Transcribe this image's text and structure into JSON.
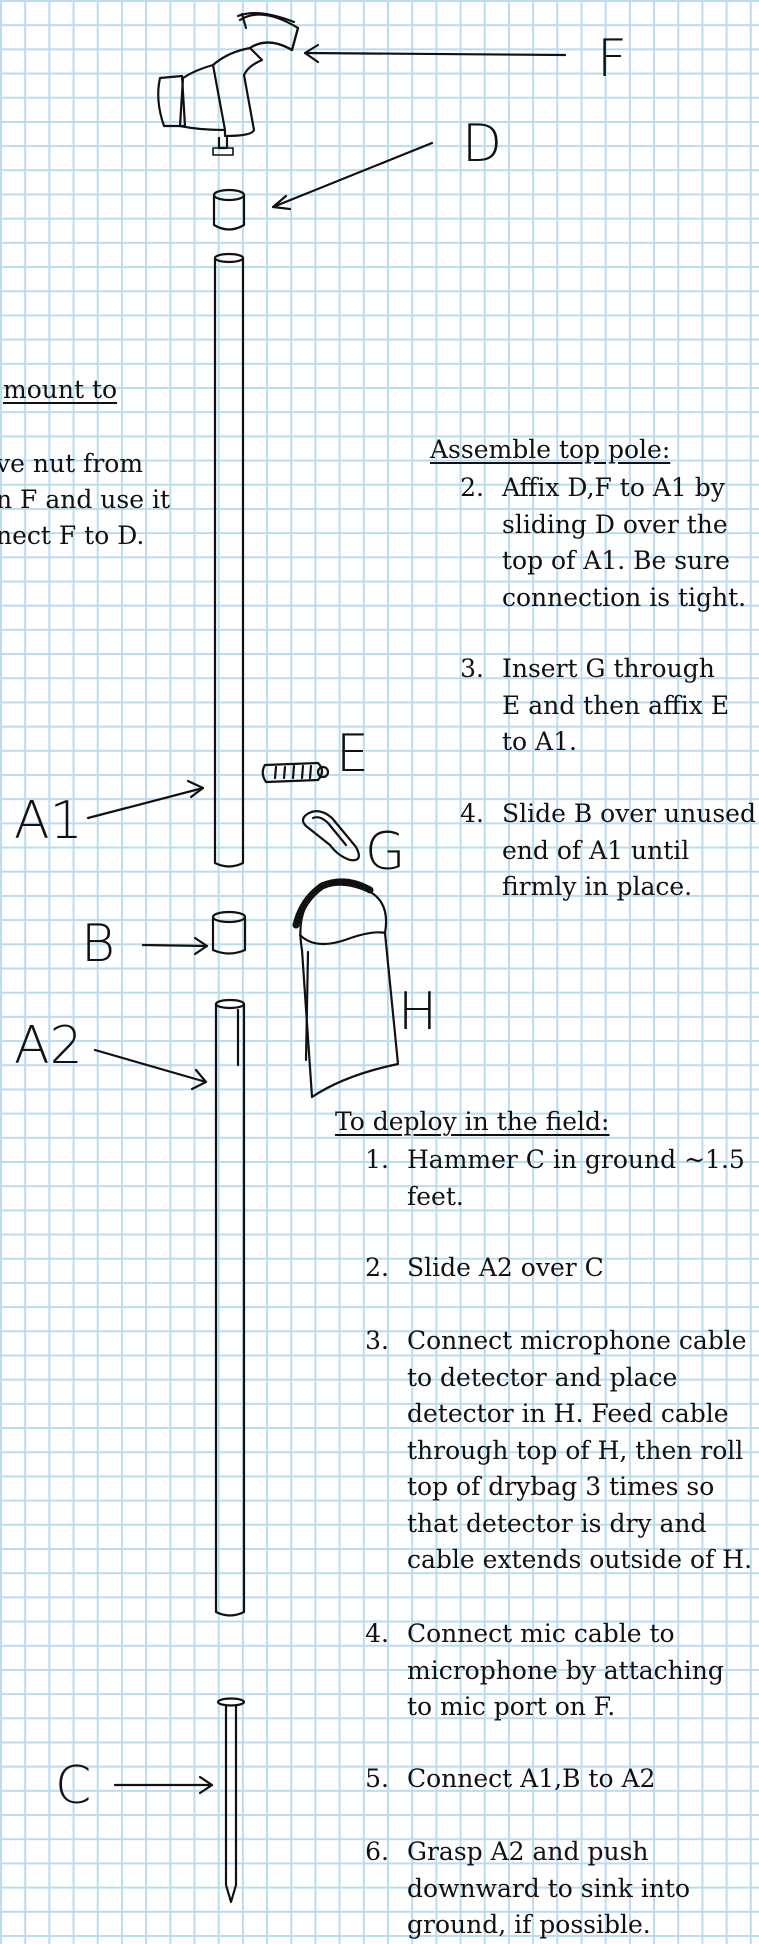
{
  "labels": {
    "F": "F",
    "D": "D",
    "E": "E",
    "G": "G",
    "H": "H",
    "A1": "A1",
    "B": "B",
    "A2": "A2",
    "C": "C"
  },
  "left_note": {
    "heading": "mount to",
    "lines": [
      "ve nut from",
      "n F and use it",
      "nect F to D."
    ]
  },
  "assemble": {
    "heading": "Assemble top pole:",
    "steps": [
      {
        "num": "2.",
        "lines": [
          "Affix D,F to A1 by",
          "sliding D over the",
          "top of A1. Be sure",
          "connection is tight."
        ]
      },
      {
        "num": "3.",
        "lines": [
          "Insert G through",
          "E and then affix E",
          "to A1."
        ]
      },
      {
        "num": "4.",
        "lines": [
          "Slide B over unused",
          "end of A1 until",
          "firmly in place."
        ]
      }
    ]
  },
  "deploy": {
    "heading": "To deploy in the field:",
    "steps": [
      {
        "num": "1.",
        "lines": [
          "Hammer C in ground ~1.5",
          "feet."
        ]
      },
      {
        "num": "2.",
        "lines": [
          "Slide A2 over C"
        ]
      },
      {
        "num": "3.",
        "lines": [
          "Connect microphone cable",
          "to detector and place",
          "detector in H. Feed cable",
          "through top of H, then roll",
          "top of drybag 3 times so",
          "that detector is dry and",
          "cable extends outside of H."
        ]
      },
      {
        "num": "4.",
        "lines": [
          "Connect mic cable to",
          "microphone by attaching",
          "to mic port on F."
        ]
      },
      {
        "num": "5.",
        "lines": [
          "Connect A1,B to A2"
        ]
      },
      {
        "num": "6.",
        "lines": [
          "Grasp A2 and push",
          "downward to sink into",
          "ground, if possible."
        ]
      }
    ]
  }
}
